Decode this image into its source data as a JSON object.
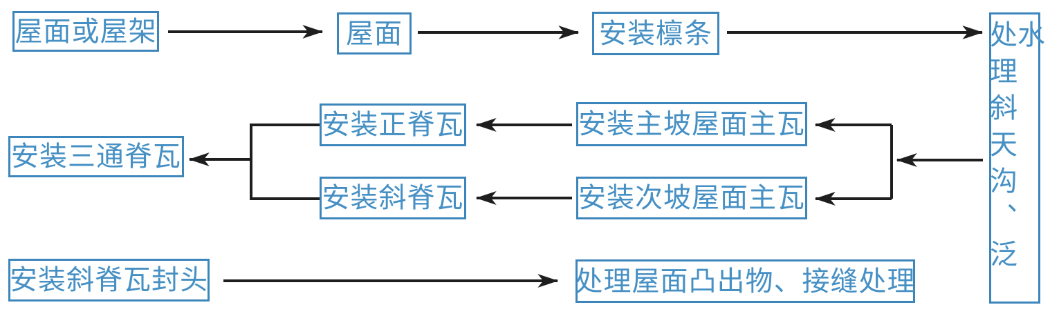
{
  "colors": {
    "box_border": "#3d86bc",
    "box_text": "#4690c4",
    "arrow": "#1e1e1e",
    "background": "#ffffff"
  },
  "nodes": [
    {
      "id": "roof-or-roof-truss",
      "label": "屋面或屋架"
    },
    {
      "id": "roof",
      "label": "屋面"
    },
    {
      "id": "install-purlins",
      "label": "安装檩条"
    },
    {
      "id": "treat-sloped-valley-flashing",
      "label": "处理斜天沟、泛水",
      "orientation": "vertical"
    },
    {
      "id": "install-main-slope-main-tiles",
      "label": "安装主坡屋面主瓦"
    },
    {
      "id": "install-sec-slope-main-tiles",
      "label": "安装次坡屋面主瓦"
    },
    {
      "id": "install-main-ridge-tiles",
      "label": "安装正脊瓦"
    },
    {
      "id": "install-hip-ridge-tiles",
      "label": "安装斜脊瓦"
    },
    {
      "id": "install-tee-ridge-tiles",
      "label": "安装三通脊瓦"
    },
    {
      "id": "install-hip-ridge-end-caps",
      "label": "安装斜脊瓦封头"
    },
    {
      "id": "treat-roof-protrusions-joints",
      "label": "处理屋面凸出物、接缝处理"
    }
  ],
  "edges": [
    {
      "from": "roof-or-roof-truss",
      "to": "roof"
    },
    {
      "from": "roof",
      "to": "install-purlins"
    },
    {
      "from": "install-purlins",
      "to": "treat-sloped-valley-flashing"
    },
    {
      "from": "treat-sloped-valley-flashing",
      "to": "install-main-slope-main-tiles"
    },
    {
      "from": "treat-sloped-valley-flashing",
      "to": "install-sec-slope-main-tiles"
    },
    {
      "from": "install-main-slope-main-tiles",
      "to": "install-main-ridge-tiles"
    },
    {
      "from": "install-sec-slope-main-tiles",
      "to": "install-hip-ridge-tiles"
    },
    {
      "from": "install-main-ridge-tiles",
      "to": "install-tee-ridge-tiles"
    },
    {
      "from": "install-hip-ridge-tiles",
      "to": "install-tee-ridge-tiles"
    },
    {
      "from": "install-hip-ridge-end-caps",
      "to": "treat-roof-protrusions-joints"
    }
  ]
}
